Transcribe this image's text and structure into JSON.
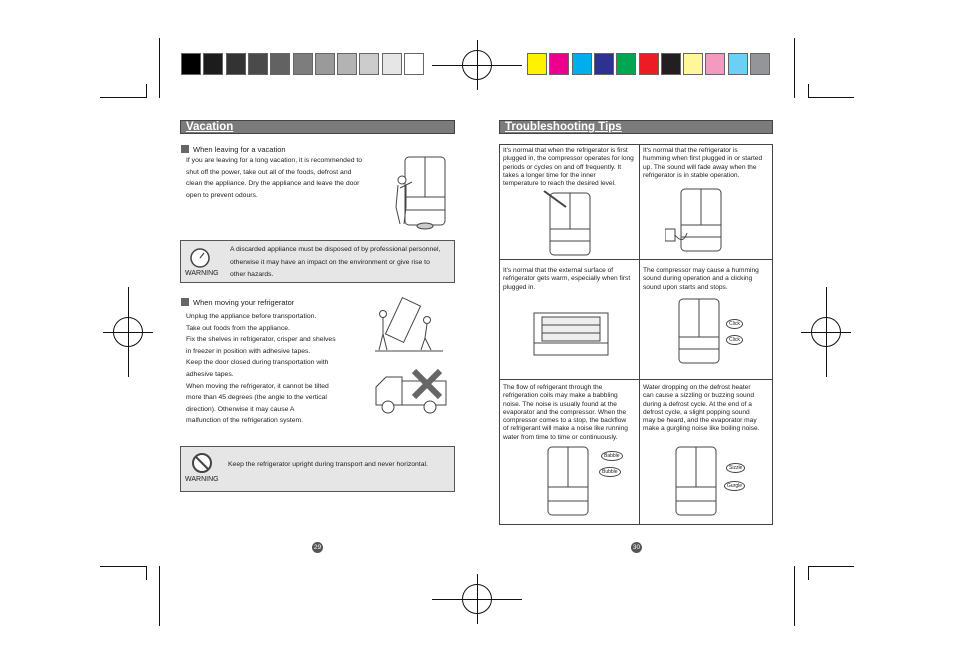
{
  "left": {
    "section_title": "Vacation",
    "vacation": {
      "heading": "When leaving for a vacation",
      "lines": [
        "If you are leaving for a long vacation, it is recommended to",
        "shut off the power, take out all of the foods, defrost and",
        "clean the appliance. Dry the appliance and leave the door",
        "open to prevent odours."
      ]
    },
    "warning1": {
      "lines": [
        "A discarded appliance must be disposed of by professional personnel,",
        "otherwise it may have an impact on the environment or give rise to",
        "other hazards."
      ],
      "label": "WARNING"
    },
    "moving": {
      "heading": "When moving your refrigerator",
      "lines": [
        "Unplug the appliance before transportation.",
        "Take out foods from the appliance.",
        "Fix the shelves in refrigerator, crisper and shelves",
        "in freezer in position with adhesive tapes.",
        "Keep the door closed during transportation with",
        "adhesive tapes.",
        "When moving the refrigerator, it cannot be tilted",
        "more than 45 degrees (the angle to the vertical",
        "direction). Otherwise it may cause  A",
        "malfunction of the refrigeration system."
      ]
    },
    "warning2": {
      "text": "Keep the refrigerator upright during transport and never horizontal.",
      "label": "WARNING"
    },
    "page_number": "29"
  },
  "right": {
    "section_title": "Troubleshooting Tips",
    "tips": [
      {
        "lines": [
          "It's normal that when the refrigerator is first",
          "plugged in, the compressor operates for long",
          "periods or cycles on and off frequently. It",
          "takes a longer time for the inner",
          "temperature to reach the desired level."
        ]
      },
      {
        "lines": [
          "It's normal that the refrigerator is",
          "humming when first plugged in or started",
          "up. The sound will fade away when the",
          "refrigerator is in stable operation."
        ]
      },
      {
        "lines": [
          "It's normal that the external surface of",
          "refrigerator gets warm, especially when first",
          "plugged in."
        ]
      },
      {
        "lines": [
          " The compressor may cause a humming",
          " sound during operation and a clicking",
          " sound upon starts and stops."
        ]
      },
      {
        "lines": [
          " The flow of refrigerant through the",
          " refrigeration coils may make a babbling",
          " noise. The noise is usually found at the",
          " evaporator and the compressor. When the",
          " compressor comes to a stop, the backflow",
          " of refrigerant will make a noise like running",
          " water from time to time or continuously."
        ]
      },
      {
        "lines": [
          "Water dropping on the defrost heater",
          "can cause a sizzling or buzzing sound",
          "during a defrost cycle. At the end of a",
          "defrost cycle, a slight popping sound",
          "may be heard, and the evaporator may",
          "make a gurgling noise like boiling noise."
        ]
      }
    ],
    "sounds": {
      "click1": "Click",
      "click2": "Click",
      "babble": "Babble",
      "bubble": "Bubble",
      "sizzle": "Sizzle",
      "gurgle": "Gurgle"
    },
    "page_number": "30"
  },
  "colors": {
    "grey_swatches": [
      "#000000",
      "#1c1c1c",
      "#333333",
      "#4a4a4a",
      "#626262",
      "#7d7d7d",
      "#9a9a9a",
      "#b3b3b3",
      "#cccccc",
      "#e6e6e6",
      "#ffffff"
    ],
    "color_swatches": [
      "#fff200",
      "#ec008c",
      "#00aeef",
      "#2e3192",
      "#00a651",
      "#ed1c24",
      "#231f20",
      "#fff799",
      "#f49ac1",
      "#6dcff6",
      "#939598"
    ],
    "header_bar": "#7b7b7b",
    "warning_bg": "#e6e6e6"
  }
}
